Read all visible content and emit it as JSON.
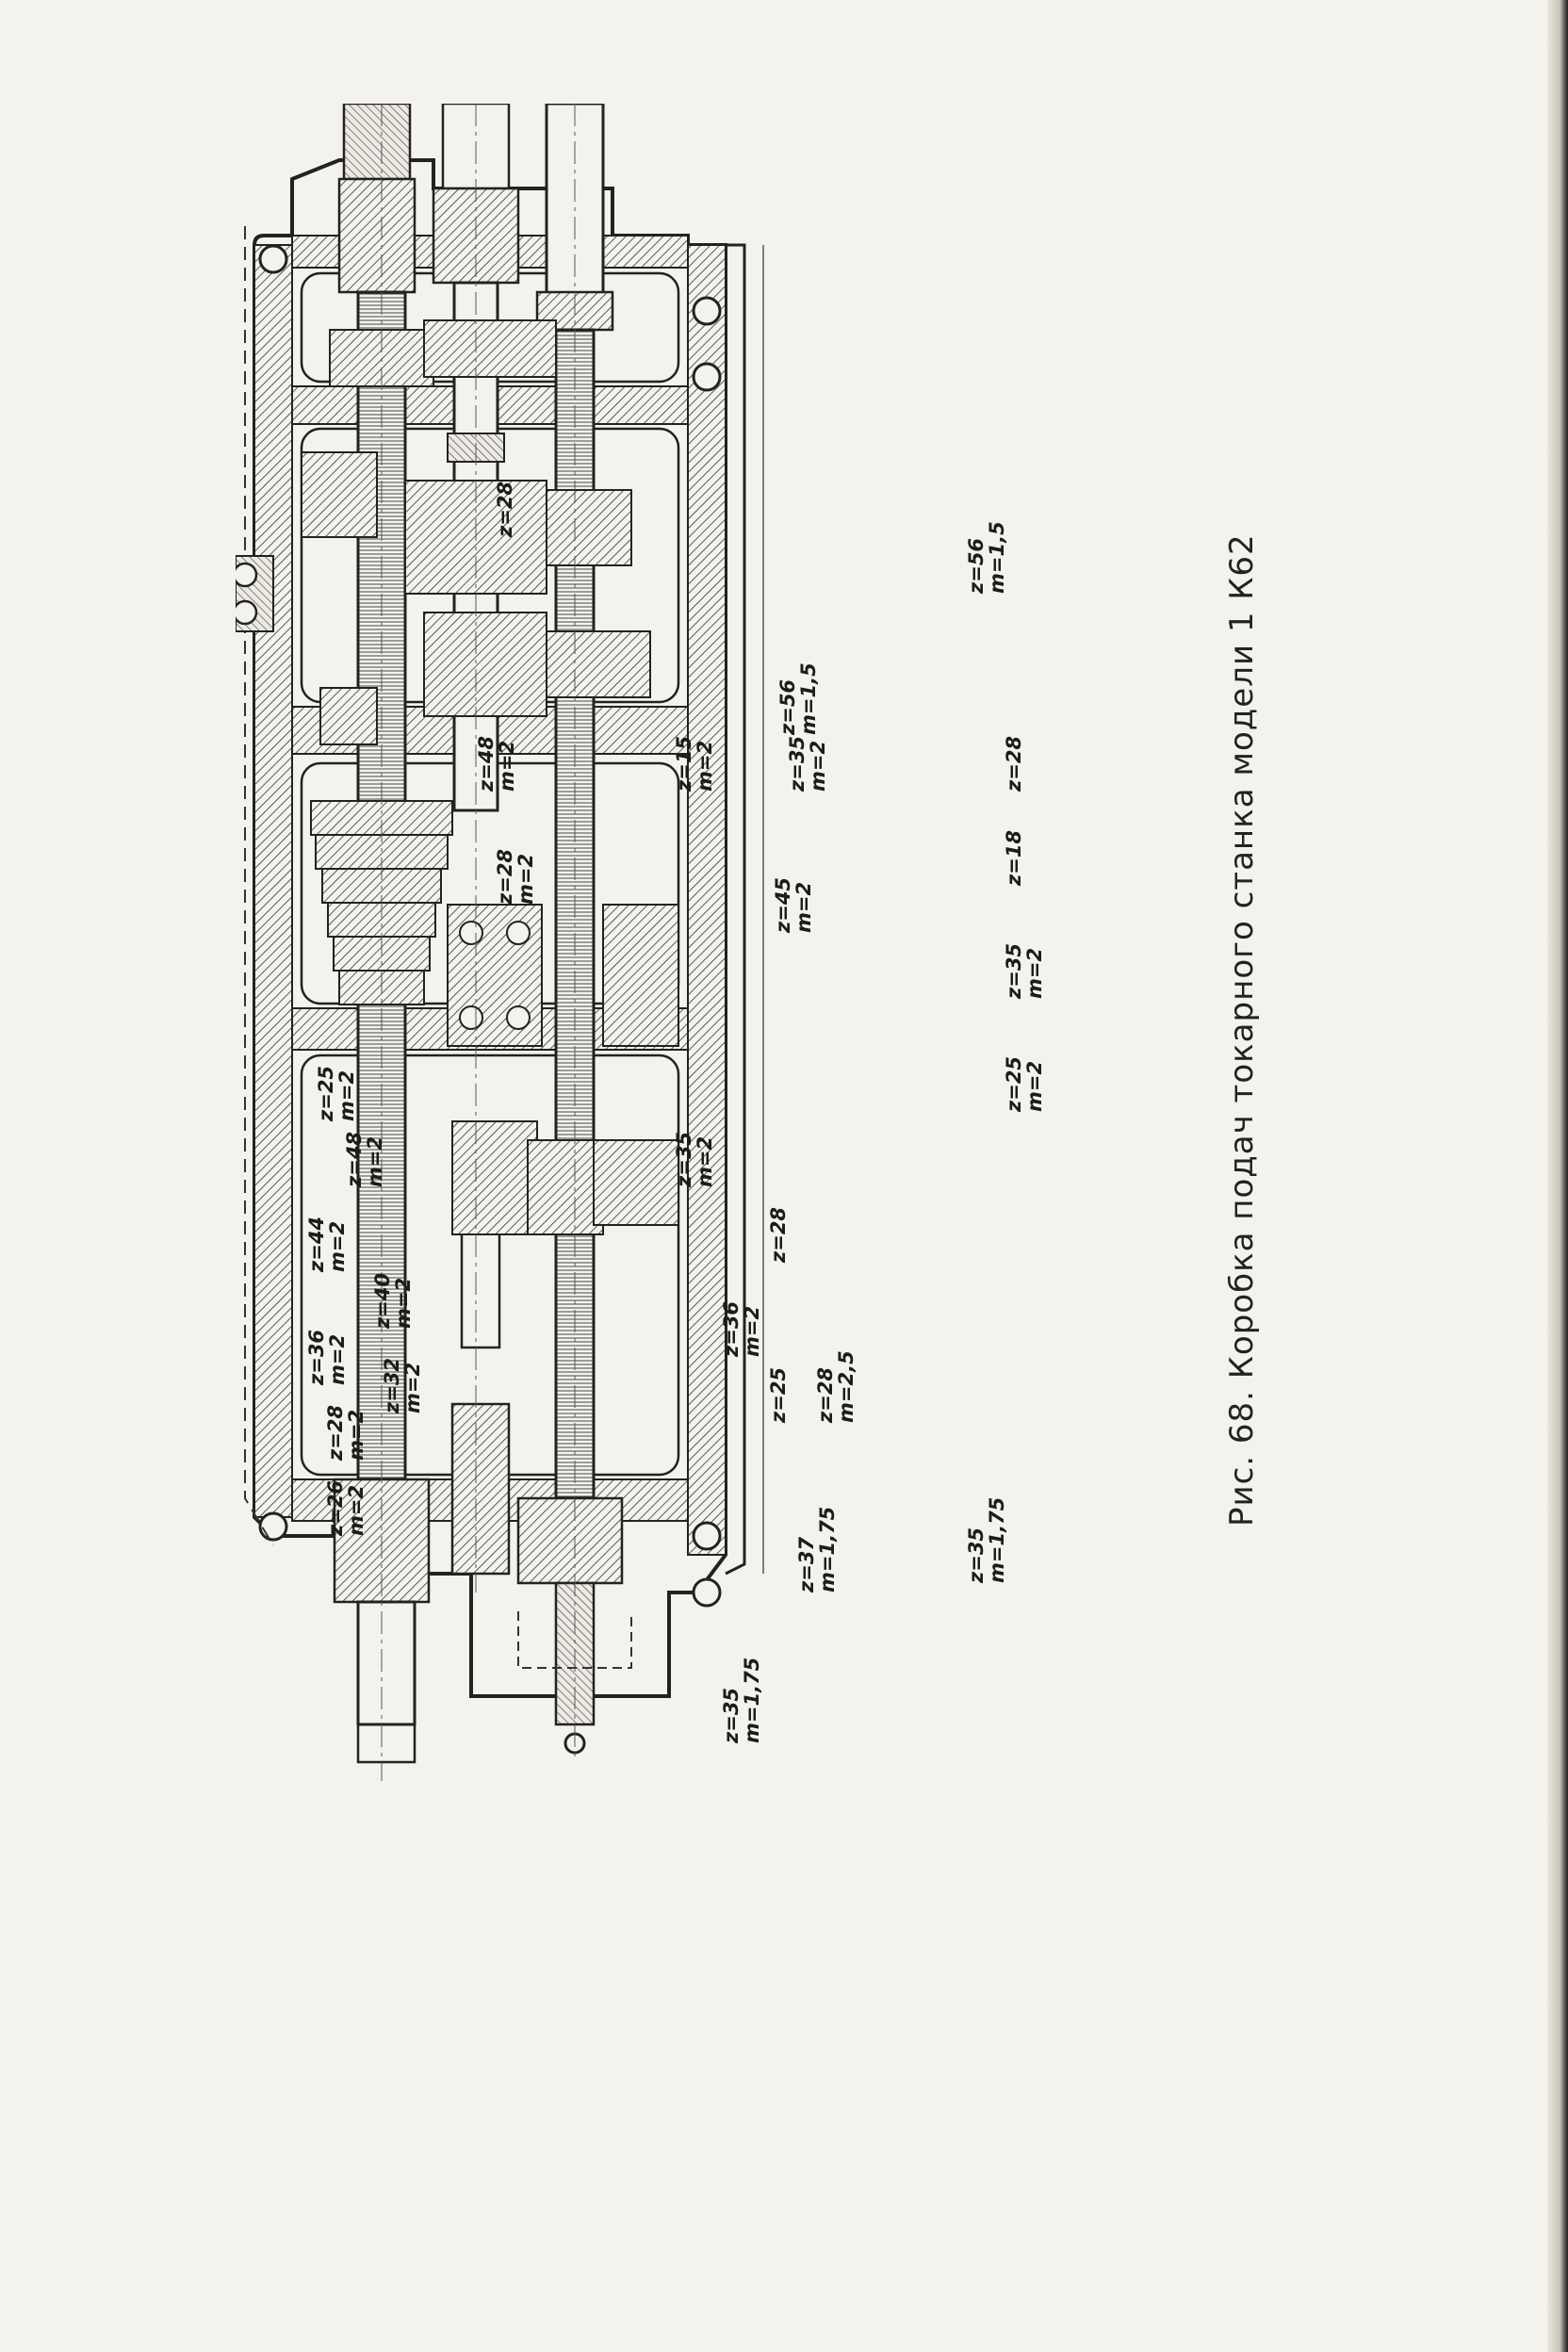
{
  "figure": {
    "caption": "Рис. 68.  Коробка подач токарного станка модели 1 К62"
  },
  "gear_labels": [
    {
      "z": "z=28",
      "m": ""
    },
    {
      "z": "z=56",
      "m": "m=1,5"
    },
    {
      "z": "z=56",
      "m": "m=1,5"
    },
    {
      "z": "z=48",
      "m": "m=2"
    },
    {
      "z": "z=15",
      "m": "m=2"
    },
    {
      "z": "z=35",
      "m": "m=2"
    },
    {
      "z": "z=28",
      "m": ""
    },
    {
      "z": "z=28",
      "m": "m=2"
    },
    {
      "z": "z=45",
      "m": "m=2"
    },
    {
      "z": "z=18",
      "m": ""
    },
    {
      "z": "z=35",
      "m": "m=2"
    },
    {
      "z": "z=25",
      "m": "m=2"
    },
    {
      "z": "z=25",
      "m": "m=2"
    },
    {
      "z": "z=48",
      "m": "m=2"
    },
    {
      "z": "z=35",
      "m": "m=2"
    },
    {
      "z": "z=28",
      "m": ""
    },
    {
      "z": "z=44",
      "m": "m=2"
    },
    {
      "z": "z=40",
      "m": "m=2"
    },
    {
      "z": "z=36",
      "m": "m=2"
    },
    {
      "z": "z=32",
      "m": "m=2"
    },
    {
      "z": "z=28",
      "m": "m=2"
    },
    {
      "z": "z=26",
      "m": "m=2"
    },
    {
      "z": "z=36",
      "m": "m=2"
    },
    {
      "z": "z=25",
      "m": ""
    },
    {
      "z": "z=28",
      "m": "m=2,5"
    },
    {
      "z": "z=37",
      "m": "m=1,75"
    },
    {
      "z": "z=35",
      "m": "m=1,75"
    },
    {
      "z": "z=35",
      "m": "m=1,75"
    }
  ]
}
